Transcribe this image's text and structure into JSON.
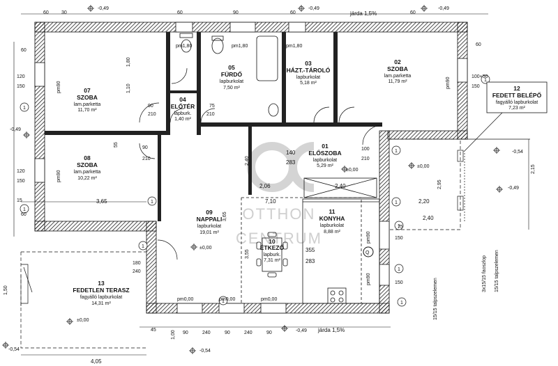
{
  "title_block": {
    "entrance_label_number": "12",
    "entrance_label_name": "FEDETT BELÉPŐ",
    "entrance_label_mat": "fagyálló lapburkolat",
    "entrance_label_area": "7,23 m²"
  },
  "rooms": [
    {
      "id": "07",
      "name": "SZOBA",
      "material": "lam.parketta",
      "area": "11,70 m²"
    },
    {
      "id": "04",
      "name": "ELŐTÉR",
      "material": "lapburk.",
      "area": "1,40 m²"
    },
    {
      "id": "05",
      "name": "FÜRDŐ",
      "material": "lapburkolat",
      "area": "7,50 m²"
    },
    {
      "id": "03",
      "name": "HÁZT.-TÁROLÓ",
      "material": "lapburkolat",
      "area": "5,18 m²"
    },
    {
      "id": "02",
      "name": "SZOBA",
      "material": "lam.parketta",
      "area": "11,79 m²"
    },
    {
      "id": "08",
      "name": "SZOBA",
      "material": "lam.parketta",
      "area": "10,22 m²"
    },
    {
      "id": "01",
      "name": "ELŐSZOBA",
      "material": "lapburkolat",
      "area": "5,29 m²"
    },
    {
      "id": "09",
      "name": "NAPPALI",
      "material": "lapburkolat",
      "area": "19,01 m²"
    },
    {
      "id": "11",
      "name": "KONYHA",
      "material": "lapburkolat",
      "area": "8,88 m²"
    },
    {
      "id": "10",
      "name": "ÉTKEZŐ",
      "material": "lapburk.",
      "area": "7,31 m²"
    },
    {
      "id": "13",
      "name": "FEDETLEN TERASZ",
      "material": "fagyálló lapburkolat",
      "area": "14,31 m²"
    }
  ],
  "annotations": {
    "jarda_top": "járda 1,5%",
    "jarda_bottom": "járda 1,5%",
    "level_m049": "-0,49",
    "level_m054": "-0,54",
    "level_000": "±0,00",
    "pm180": "pm1,80",
    "pm90": "pm90",
    "pm000": "pm0,00",
    "dim_100_50": "100+50",
    "dim_150": "150",
    "talp_1": "15/15 talpszelemen",
    "talp_2": "3x15/15 faoszlop",
    "talp_3": "15/15 talpszelemen",
    "kitchen_355": "355",
    "kitchen_283": "283",
    "eloszoba_140": "140",
    "eloszoba_283": "283",
    "dim_240": "2,40",
    "dim_206": "2,06",
    "dim_710": "7,10",
    "dim_220": "2,20",
    "dim_365": "3,65",
    "dim_405": "4,05",
    "dim_295": "2,95",
    "dim_215": "2,15",
    "dim_150b": "1,50",
    "dim_365v": "3,65",
    "dim_355v": "3,55",
    "dim_180": "1,80",
    "dim_110": "1,10",
    "dim_180b": "180",
    "dim_240b": "240",
    "dim_060": "60",
    "dim_120": "120",
    "dim_030": "30",
    "dim_090": "90",
    "dim_210": "210",
    "dim_075": "75",
    "dim_100": "100",
    "dim_015": "15",
    "dim_055": "55",
    "dim_045": "45",
    "dim_100v": "1,00",
    "circle_1": "1",
    "circle_Q": "Q"
  },
  "watermark": {
    "line1": "OTTHON",
    "line2": "CENTRUM"
  },
  "colors": {
    "wall_hatch": "#222222",
    "line": "#111111",
    "watermark": "#cfcfcf"
  }
}
